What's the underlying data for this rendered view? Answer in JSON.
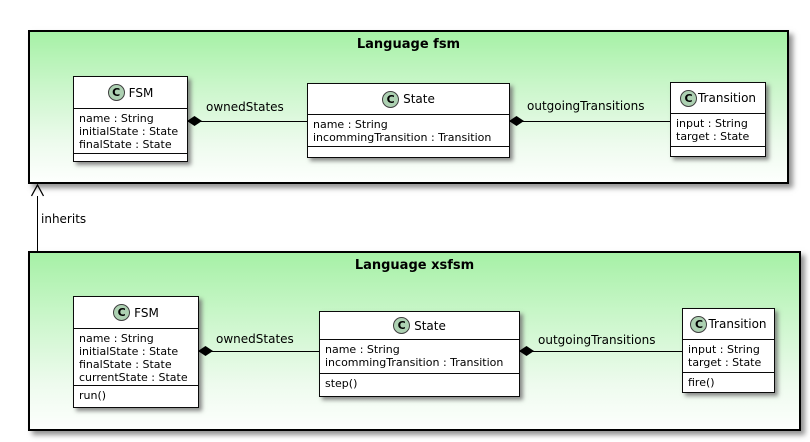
{
  "diagram": {
    "packages": [
      {
        "title": "Language fsm",
        "classes": [
          {
            "icon": "C",
            "name": "FSM",
            "attributes": [
              "name : String",
              "initialState : State",
              "finalState : State"
            ],
            "methods": []
          },
          {
            "icon": "C",
            "name": "State",
            "attributes": [
              "name : String",
              "incommingTransition : Transition"
            ],
            "methods": []
          },
          {
            "icon": "C",
            "name": "Transition",
            "attributes": [
              "input : String",
              "target : State"
            ],
            "methods": []
          }
        ],
        "edges": [
          {
            "label": "ownedStates",
            "from": "FSM",
            "to": "State",
            "type": "composition"
          },
          {
            "label": "outgoingTransitions",
            "from": "State",
            "to": "Transition",
            "type": "composition"
          }
        ]
      },
      {
        "title": "Language xsfsm",
        "classes": [
          {
            "icon": "C",
            "name": "FSM",
            "attributes": [
              "name : String",
              "initialState : State",
              "finalState : State",
              "currentState : State"
            ],
            "methods": [
              "run()"
            ]
          },
          {
            "icon": "C",
            "name": "State",
            "attributes": [
              "name : String",
              "incommingTransition : Transition"
            ],
            "methods": [
              "step()"
            ]
          },
          {
            "icon": "C",
            "name": "Transition",
            "attributes": [
              "input : String",
              "target : State"
            ],
            "methods": [
              "fire()"
            ]
          }
        ],
        "edges": [
          {
            "label": "ownedStates",
            "from": "FSM",
            "to": "State",
            "type": "composition"
          },
          {
            "label": "outgoingTransitions",
            "from": "State",
            "to": "Transition",
            "type": "composition"
          }
        ]
      }
    ],
    "relations": [
      {
        "label": "inherits",
        "from": "Language xsfsm",
        "to": "Language fsm",
        "type": "inheritance-arrow"
      }
    ],
    "colors": {
      "package_gradient_top": "#A6F1A6",
      "package_gradient_bottom": "#FDFFFD",
      "class_fill": "#FFFFFF",
      "class_icon_fill": "#ADD1B2",
      "line": "#000000"
    }
  }
}
